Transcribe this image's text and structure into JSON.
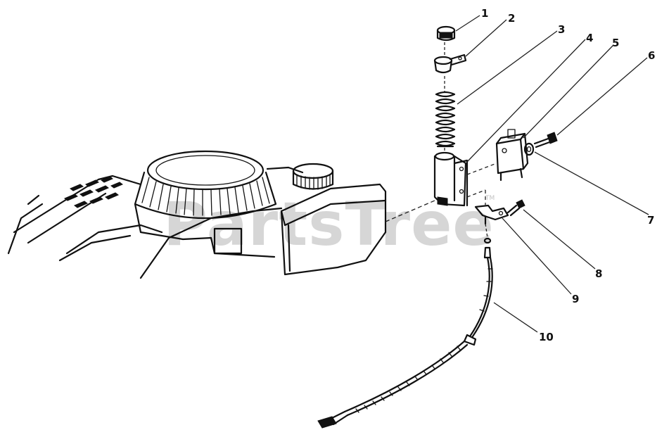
{
  "watermark": {
    "text": "PartsTree",
    "mark": "TM"
  },
  "parts": [
    {
      "callout": "1",
      "part": "cap"
    },
    {
      "callout": "2",
      "part": "spring-retainer"
    },
    {
      "callout": "3",
      "part": "spring"
    },
    {
      "callout": "4",
      "part": "bracket"
    },
    {
      "callout": "5",
      "part": "switch"
    },
    {
      "callout": "6",
      "part": "screw"
    },
    {
      "callout": "7",
      "part": "washer"
    },
    {
      "callout": "8",
      "part": "screw"
    },
    {
      "callout": "9",
      "part": "cable-clamp"
    },
    {
      "callout": "10",
      "part": "cable"
    }
  ]
}
